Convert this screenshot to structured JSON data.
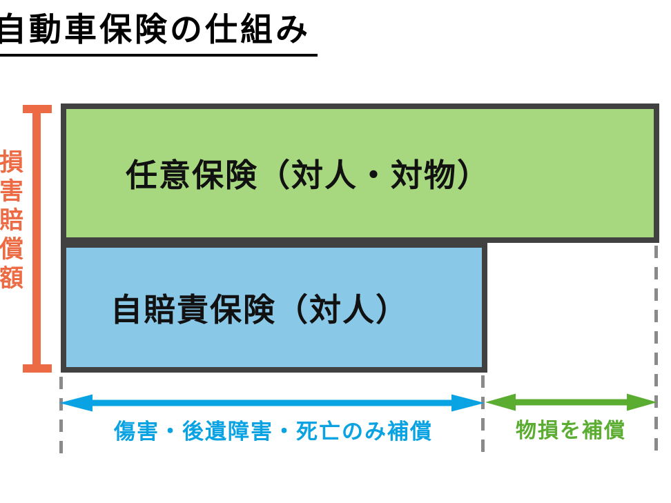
{
  "title": "自動車保険の仕組み",
  "axis": {
    "label": "損害賠償額",
    "color": "#EC6B45"
  },
  "boxes": {
    "voluntary": {
      "label": "任意保険（対人・対物）",
      "fill": "#A7D77E",
      "border": "#414141"
    },
    "compulsory": {
      "label": "自賠責保険（対人）",
      "fill": "#8AC8E8",
      "border": "#414141"
    }
  },
  "coverage_ranges": {
    "personal": {
      "label": "傷害・後遺障害・死亡のみ補償",
      "color": "#09A2E2"
    },
    "property": {
      "label": "物損を補償",
      "color": "#5AAD31"
    }
  }
}
